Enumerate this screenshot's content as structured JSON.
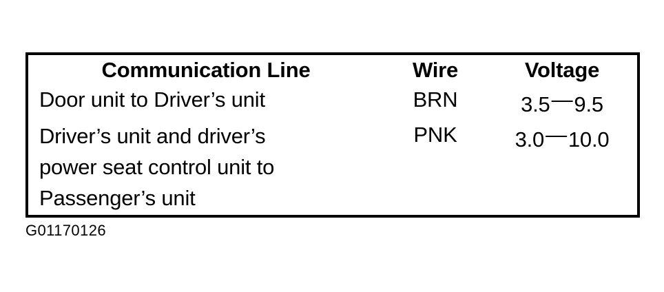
{
  "figure": {
    "caption": "G01170126"
  },
  "table": {
    "columns": [
      {
        "key": "communication_line",
        "label": "Communication Line",
        "align": "left"
      },
      {
        "key": "wire",
        "label": "Wire",
        "align": "center"
      },
      {
        "key": "voltage",
        "label": "Voltage",
        "align": "center"
      }
    ],
    "rows": [
      {
        "communication_line": "Door unit to Driver’s unit",
        "communication_line_lines": [
          "Door unit to Driver’s unit"
        ],
        "wire": "BRN",
        "voltage": "3.5 — 9.5",
        "voltage_low": "3.5",
        "voltage_dash": "—",
        "voltage_high": "9.5"
      },
      {
        "communication_line": "Driver’s unit and driver’s power seat control unit to Passenger’s unit",
        "communication_line_lines": [
          "Driver’s unit and driver’s",
          "power seat control unit to",
          "Passenger’s unit"
        ],
        "wire": "PNK",
        "voltage": "3.0 — 10.0",
        "voltage_low": "3.0",
        "voltage_dash": "—",
        "voltage_high": "10.0"
      }
    ]
  },
  "colors": {
    "background": "#ffffff",
    "foreground": "#000000",
    "border": "#000000"
  }
}
